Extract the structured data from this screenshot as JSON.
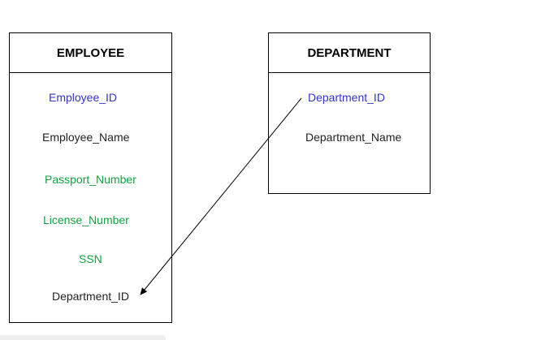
{
  "employee": {
    "title": "EMPLOYEE",
    "attributes": [
      {
        "name": "Employee_ID",
        "color": "#3333cc"
      },
      {
        "name": "Employee_Name",
        "color": "#222222"
      },
      {
        "name": "Passport_Number",
        "color": "#14a040"
      },
      {
        "name": "License_Number",
        "color": "#14a040"
      },
      {
        "name": "SSN",
        "color": "#14a040"
      },
      {
        "name": "Department_ID",
        "color": "#222222"
      }
    ]
  },
  "department": {
    "title": "DEPARTMENT",
    "attributes": [
      {
        "name": "Department_ID",
        "color": "#3333cc"
      },
      {
        "name": "Department_Name",
        "color": "#222222"
      }
    ]
  },
  "relationship": {
    "from": "department.Department_ID",
    "to": "employee.Department_ID"
  }
}
